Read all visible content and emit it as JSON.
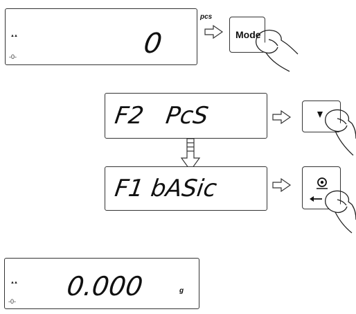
{
  "step1": {
    "display_value": "0",
    "unit": "pcs",
    "stability_mark": "▲▲",
    "zero_mark": "-0-",
    "key_label": "Mode"
  },
  "step2": {
    "display_text": "F2   PcS",
    "key_icon": "down-arrow-icon"
  },
  "step3": {
    "display_text": "F1 bASic",
    "key_icon": "target-enter-icon"
  },
  "step4": {
    "display_value": "0.000",
    "unit": "g",
    "stability_mark": "▲▲",
    "zero_mark": "-0-"
  }
}
